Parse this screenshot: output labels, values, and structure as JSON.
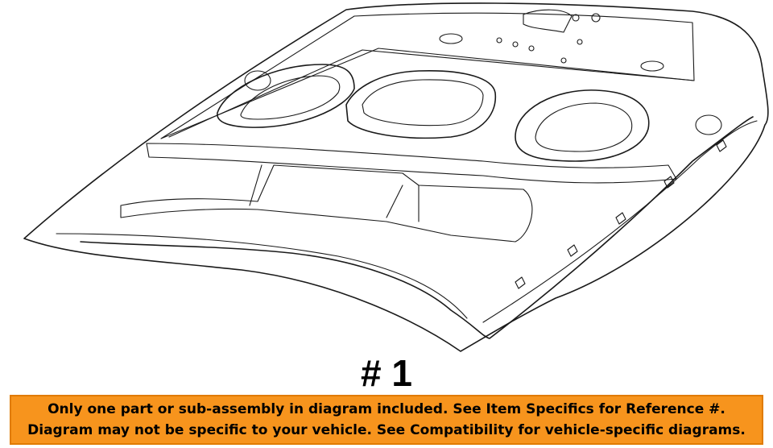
{
  "part_number_label": "# 1",
  "notice": {
    "line1": "Only one part or sub-assembly in diagram included. See Item Specifics for Reference #.",
    "line2": "Diagram may not be specific to your vehicle. See Compatibility for vehicle-specific diagrams."
  },
  "colors": {
    "banner_background": "#f7941d",
    "line_color": "#1a1a1a"
  }
}
